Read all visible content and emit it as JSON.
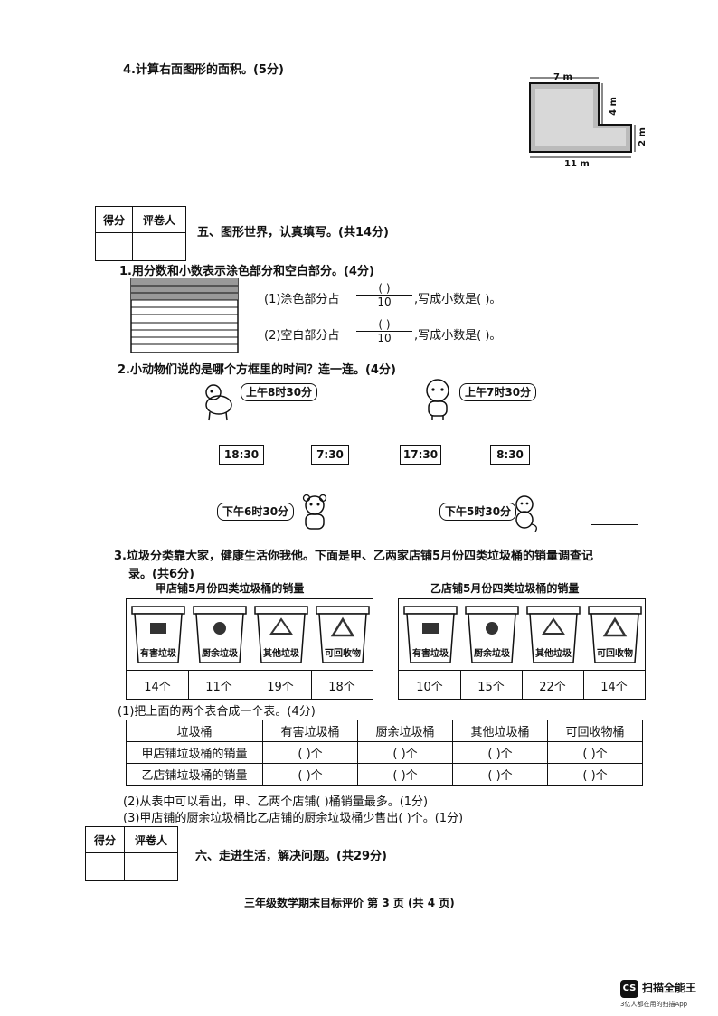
{
  "q4": {
    "text": "4.计算右面图形的面积。(5分)",
    "dim_top": "7 m",
    "dim_right1": "4 m",
    "dim_right2": "2 m",
    "dim_bottom": "11 m"
  },
  "score_box_label": "得分",
  "grader_label": "评卷人",
  "section5": {
    "title": "五、图形世界，认真填写。(共14分)",
    "q1": {
      "text": "1.用分数和小数表示涂色部分和空白部分。(4分)",
      "line1_prefix": "(1)涂色部分占",
      "line1_suffix": ",写成小数是(          )。",
      "line2_prefix": "(2)空白部分占",
      "line2_suffix": ",写成小数是(          )。",
      "denominator": "10"
    },
    "q2": {
      "text": "2.小动物们说的是哪个方框里的时间？连一连。(4分)",
      "bubbles": [
        "上午8时30分",
        "上午7时30分",
        "下午6时30分",
        "下午5时30分"
      ],
      "times": [
        "18:30",
        "7:30",
        "17:30",
        "8:30"
      ]
    },
    "q3": {
      "text_line1": "3.垃圾分类靠大家，健康生活你我他。下面是甲、乙两家店铺5月份四类垃圾桶的销量调查记",
      "text_line2": "录。(共6分)",
      "store_a_title": "甲店铺5月份四类垃圾桶的销量",
      "store_b_title": "乙店铺5月份四类垃圾桶的销量",
      "bin_labels": [
        "有害垃圾",
        "厨余垃圾",
        "其他垃圾",
        "可回收物"
      ],
      "store_a_counts": [
        "14个",
        "11个",
        "19个",
        "18个"
      ],
      "store_b_counts": [
        "10个",
        "15个",
        "22个",
        "14个"
      ],
      "sub1": "(1)把上面的两个表合成一个表。(4分)",
      "table_headers": [
        "垃圾桶",
        "有害垃圾桶",
        "厨余垃圾桶",
        "其他垃圾桶",
        "可回收物桶"
      ],
      "row_a_label": "甲店铺垃圾桶的销量",
      "row_b_label": "乙店铺垃圾桶的销量",
      "blank_cell": "(     )个",
      "sub2": "(2)从表中可以看出，甲、乙两个店铺(                    )桶销量最多。(1分)",
      "sub3": "(3)甲店铺的厨余垃圾桶比乙店铺的厨余垃圾桶少售出(          )个。(1分)"
    }
  },
  "section6": {
    "title": "六、走进生活，解决问题。(共29分)"
  },
  "footer": "三年级数学期末目标评价    第 3 页  (共 4 页)",
  "watermark": {
    "logo": "CS",
    "name": "扫描全能王",
    "sub": "3亿人都在用的扫描App"
  }
}
